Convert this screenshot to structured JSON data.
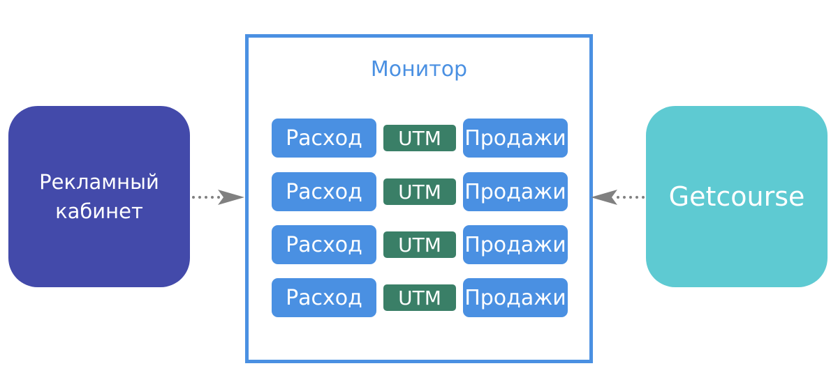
{
  "left_source": {
    "label": "Рекламный\nкабинет",
    "color": "#434aaa"
  },
  "right_source": {
    "label": "Getcourse",
    "color": "#5ecad2"
  },
  "monitor": {
    "title": "Монитор",
    "border_color": "#4a90e2",
    "rows": [
      {
        "expense": "Расход",
        "utm": "UTM",
        "sales": "Продажи"
      },
      {
        "expense": "Расход",
        "utm": "UTM",
        "sales": "Продажи"
      },
      {
        "expense": "Расход",
        "utm": "UTM",
        "sales": "Продажи"
      },
      {
        "expense": "Расход",
        "utm": "UTM",
        "sales": "Продажи"
      }
    ]
  },
  "colors": {
    "pill": "#4a90e2",
    "utm": "#3a7f67",
    "arrow": "#808080"
  }
}
